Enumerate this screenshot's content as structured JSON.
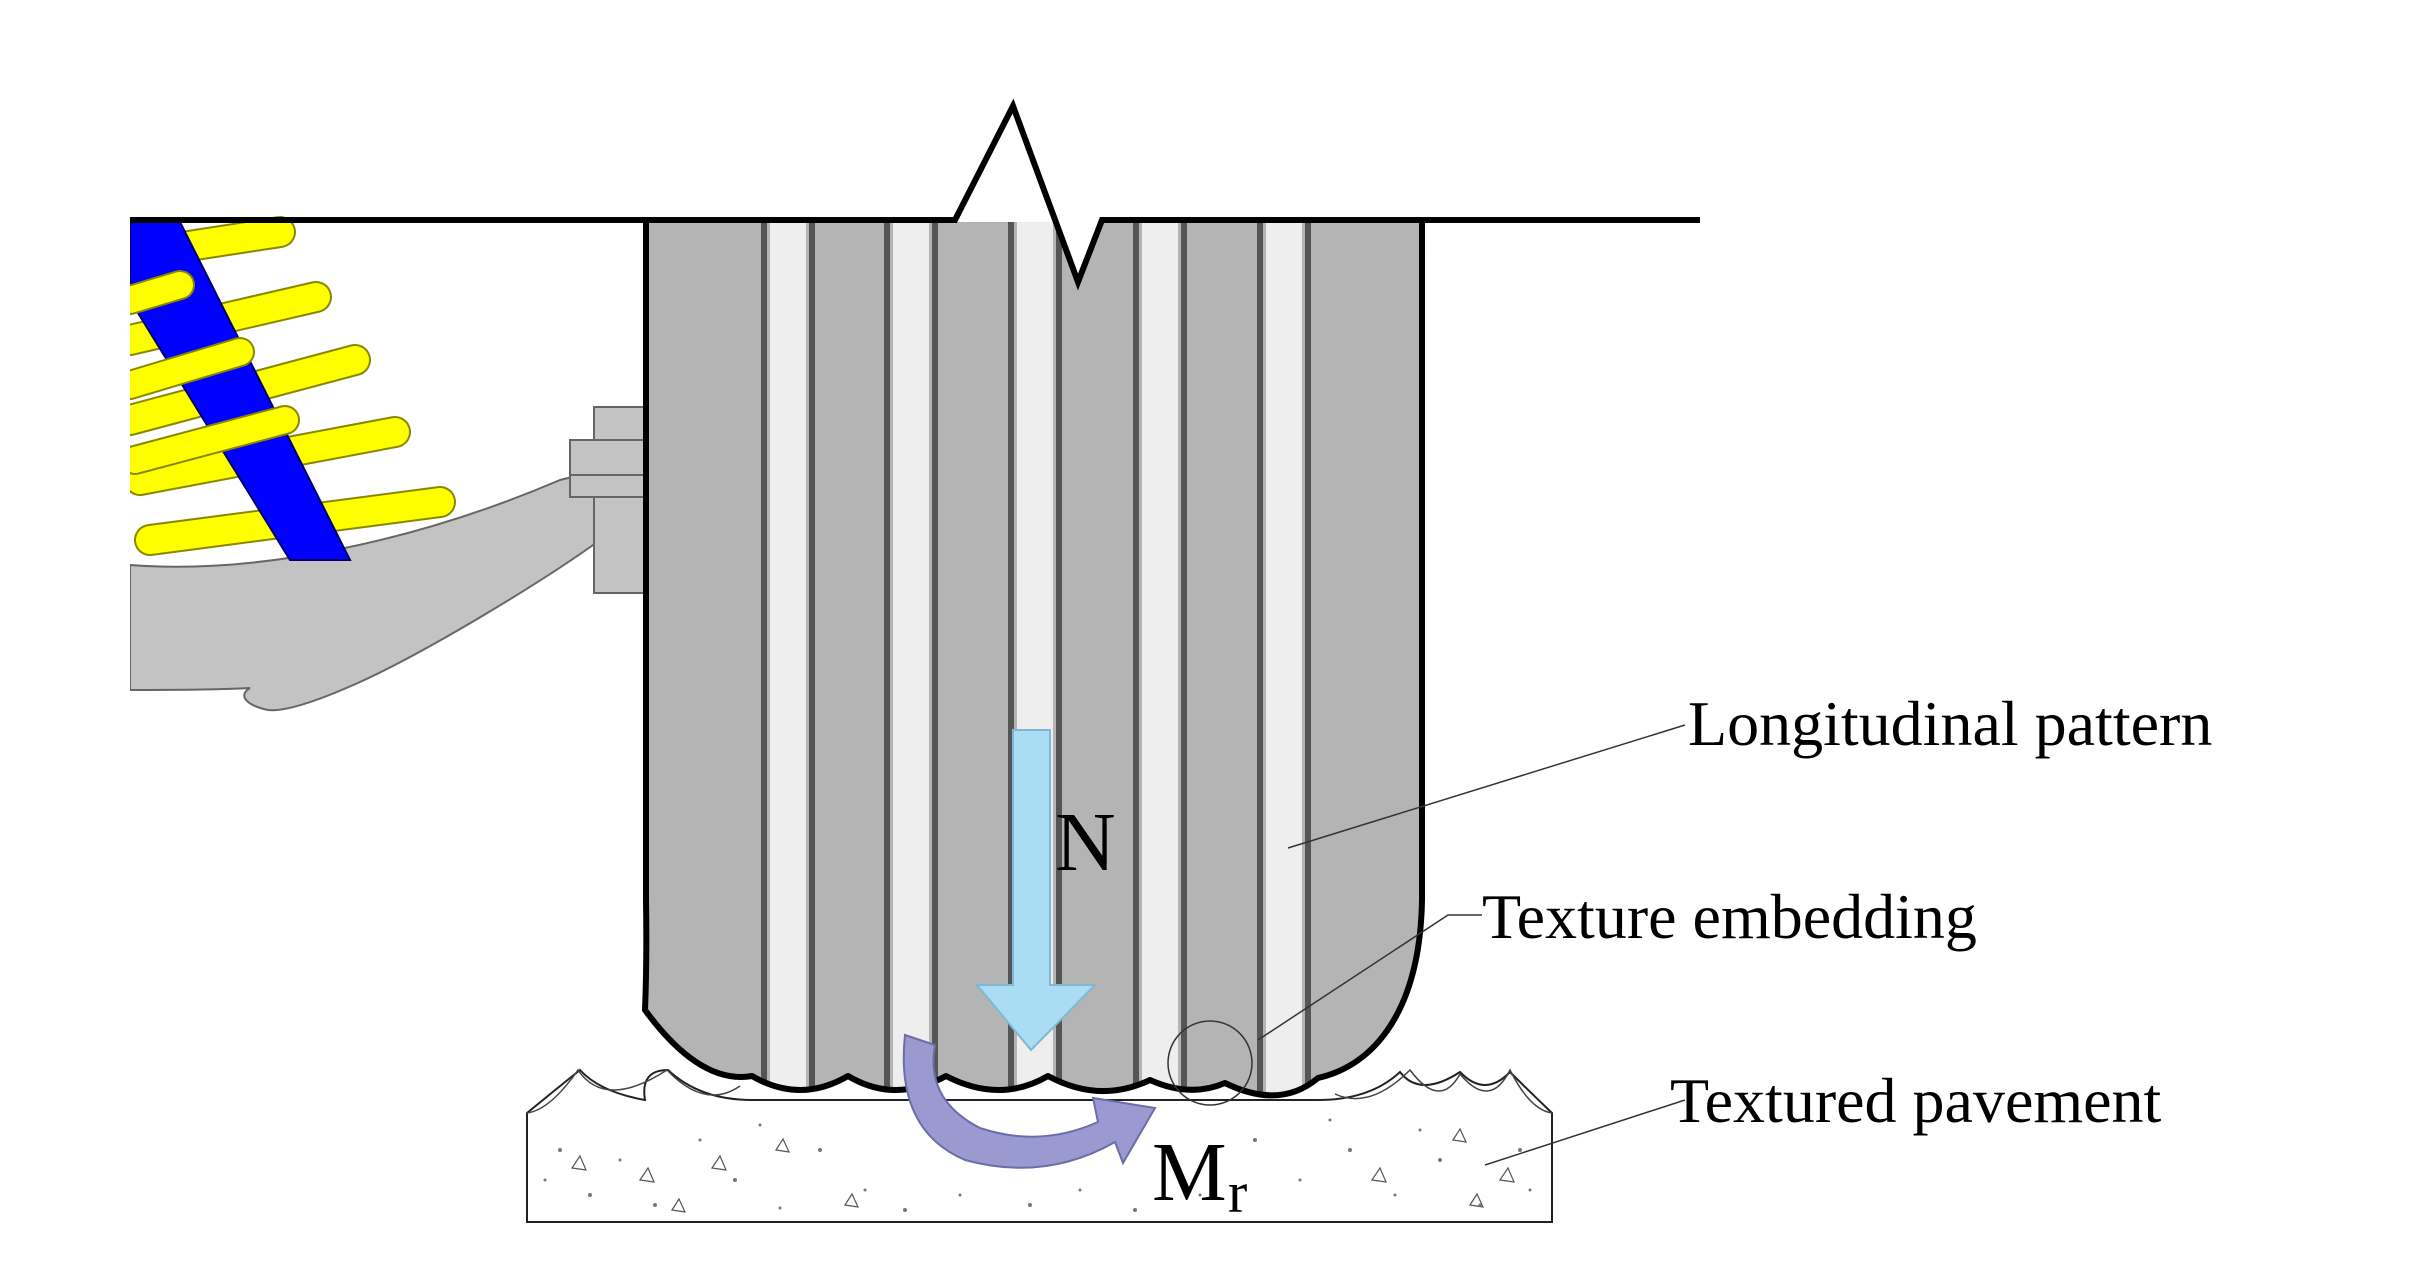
{
  "labels": {
    "force_normal": "N",
    "moment_main": "M",
    "moment_sub": "r",
    "longitudinal_pattern": "Longitudinal pattern",
    "texture_embedding": "Texture embedding",
    "textured_pavement": "Textured pavement"
  },
  "colors": {
    "tire_body": "#b4b4b4",
    "tire_groove": "#eeeeee",
    "tire_rib_line": "#555555",
    "spring_coil": "#ffff00",
    "damper": "#0000ff",
    "suspension_arm": "#c3c3c3",
    "force_arrow": "#aadcf4",
    "moment_arrow": "#9a9ad0",
    "pavement_fill": "#ffffff"
  }
}
